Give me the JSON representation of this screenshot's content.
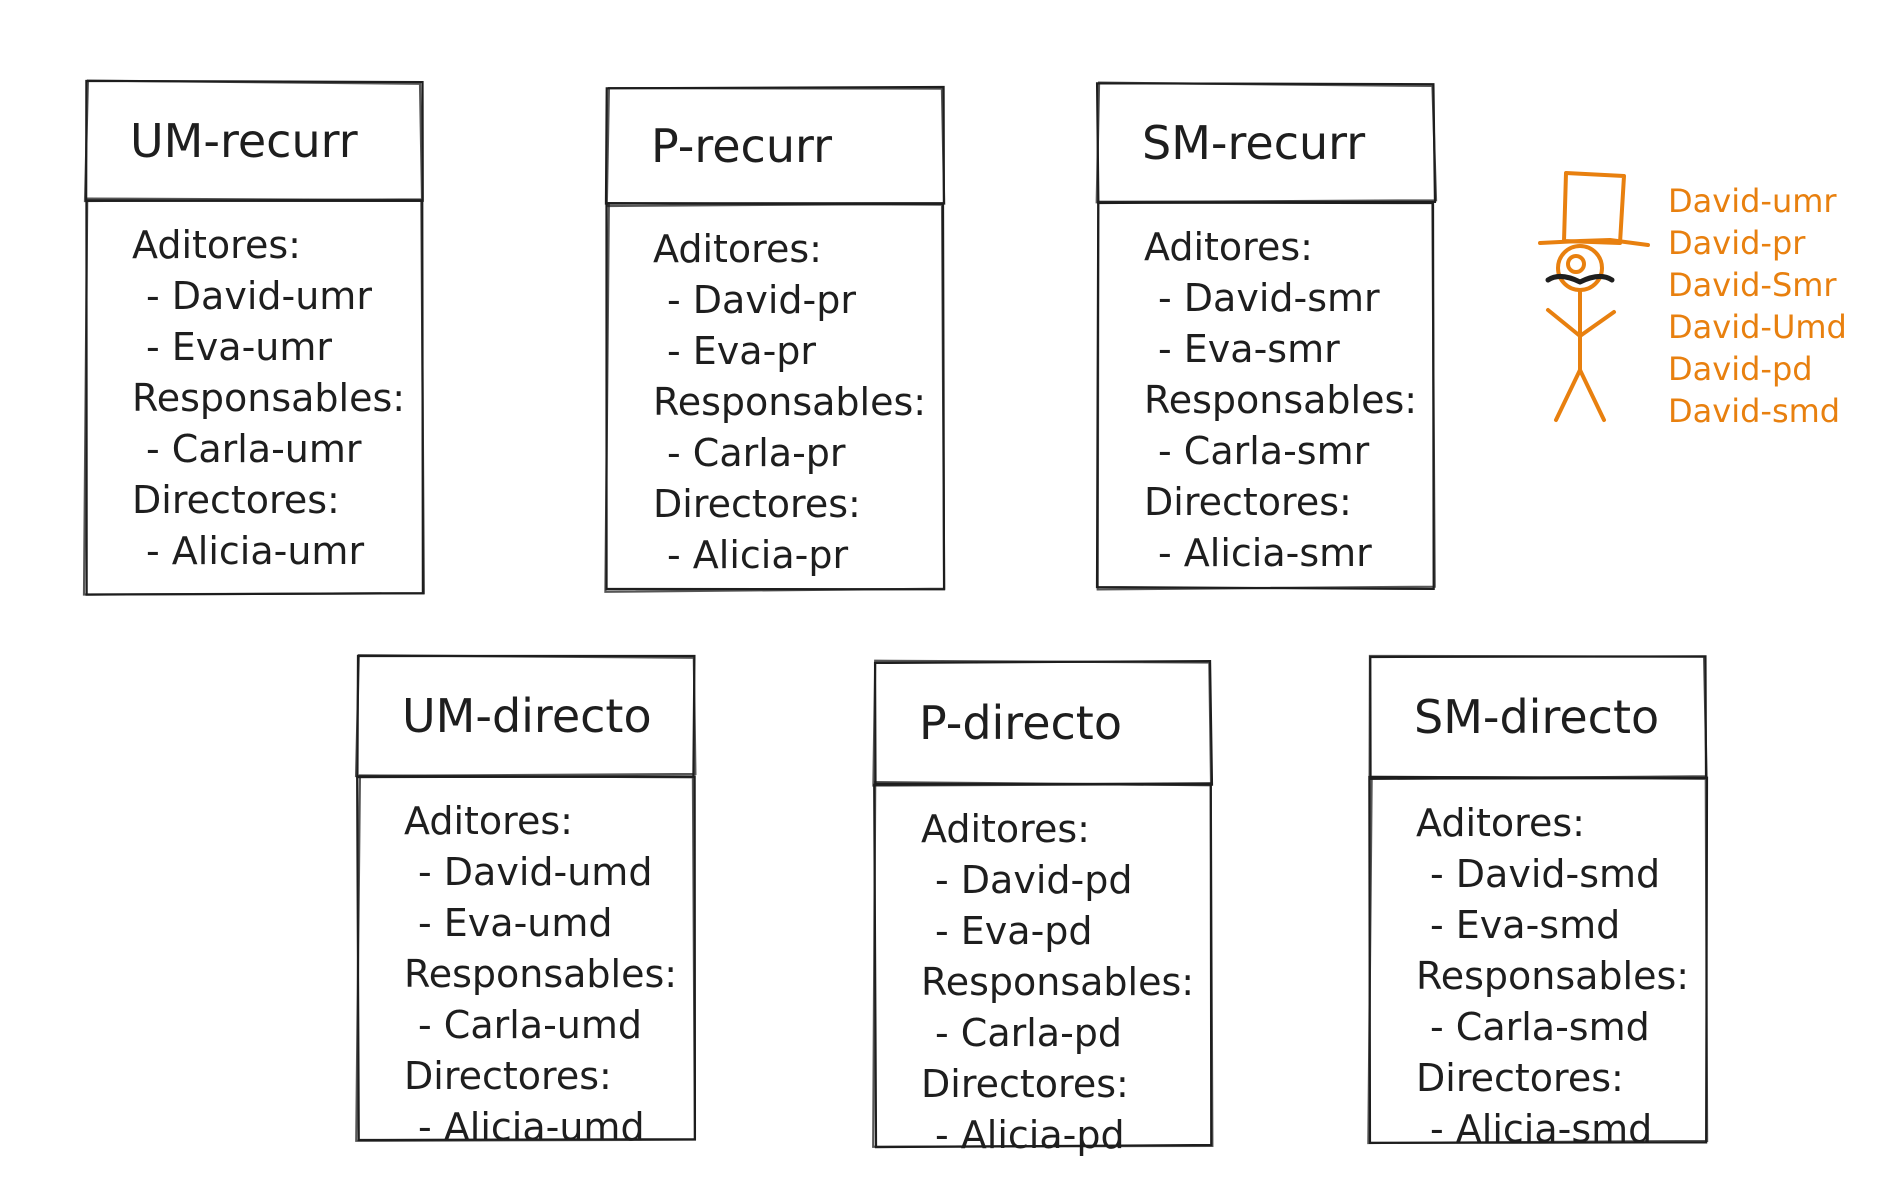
{
  "boxes": [
    {
      "title": "UM-recurr",
      "lines": [
        {
          "text": "Aditores:",
          "indent": false
        },
        {
          "text": "- David-umr",
          "indent": true
        },
        {
          "text": "- Eva-umr",
          "indent": true
        },
        {
          "text": "Responsables:",
          "indent": false
        },
        {
          "text": "- Carla-umr",
          "indent": true
        },
        {
          "text": "Directores:",
          "indent": false
        },
        {
          "text": "- Alicia-umr",
          "indent": true
        }
      ]
    },
    {
      "title": "P-recurr",
      "lines": [
        {
          "text": "Aditores:",
          "indent": false
        },
        {
          "text": "- David-pr",
          "indent": true
        },
        {
          "text": "- Eva-pr",
          "indent": true
        },
        {
          "text": "Responsables:",
          "indent": false
        },
        {
          "text": "- Carla-pr",
          "indent": true
        },
        {
          "text": "Directores:",
          "indent": false
        },
        {
          "text": "- Alicia-pr",
          "indent": true
        }
      ]
    },
    {
      "title": "SM-recurr",
      "lines": [
        {
          "text": "Aditores:",
          "indent": false
        },
        {
          "text": "- David-smr",
          "indent": true
        },
        {
          "text": "- Eva-smr",
          "indent": true
        },
        {
          "text": "Responsables:",
          "indent": false
        },
        {
          "text": "- Carla-smr",
          "indent": true
        },
        {
          "text": "Directores:",
          "indent": false
        },
        {
          "text": "- Alicia-smr",
          "indent": true
        }
      ]
    },
    {
      "title": "UM-directo",
      "lines": [
        {
          "text": "Aditores:",
          "indent": false
        },
        {
          "text": "- David-umd",
          "indent": true
        },
        {
          "text": "- Eva-umd",
          "indent": true
        },
        {
          "text": "Responsables:",
          "indent": false
        },
        {
          "text": "- Carla-umd",
          "indent": true
        },
        {
          "text": "Directores:",
          "indent": false
        },
        {
          "text": "- Alicia-umd",
          "indent": true
        }
      ]
    },
    {
      "title": "P-directo",
      "lines": [
        {
          "text": "Aditores:",
          "indent": false
        },
        {
          "text": "- David-pd",
          "indent": true
        },
        {
          "text": "- Eva-pd",
          "indent": true
        },
        {
          "text": "Responsables:",
          "indent": false
        },
        {
          "text": "- Carla-pd",
          "indent": true
        },
        {
          "text": "Directores:",
          "indent": false
        },
        {
          "text": "- Alicia-pd",
          "indent": true
        }
      ]
    },
    {
      "title": "SM-directo",
      "lines": [
        {
          "text": "Aditores:",
          "indent": false
        },
        {
          "text": "- David-smd",
          "indent": true
        },
        {
          "text": "- Eva-smd",
          "indent": true
        },
        {
          "text": "Responsables:",
          "indent": false
        },
        {
          "text": "- Carla-smd",
          "indent": true
        },
        {
          "text": "Directores:",
          "indent": false
        },
        {
          "text": "- Alicia-smd",
          "indent": true
        }
      ]
    }
  ],
  "figure_labels": [
    "David-umr",
    "David-pr",
    "David-Smr",
    "David-Umd",
    "David-pd",
    "David-smd"
  ],
  "colors": {
    "ink": "#1e1e1e",
    "accent": "#e8800f",
    "background": "#ffffff"
  }
}
